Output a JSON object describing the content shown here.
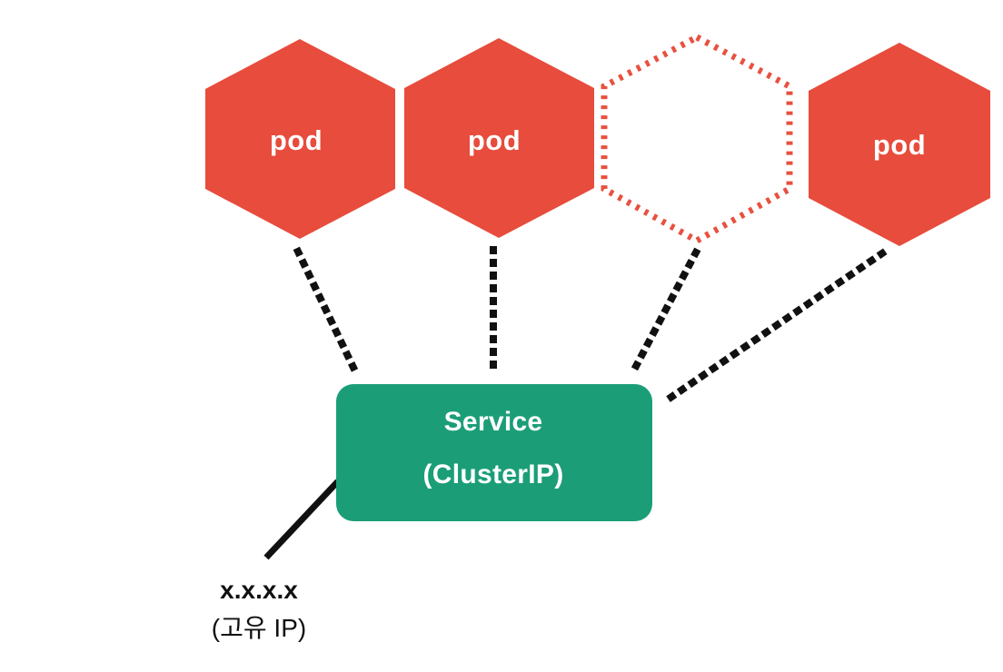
{
  "diagram": {
    "title": "Kubernetes Service (ClusterIP) pod routing diagram",
    "colors": {
      "pod_fill": "#E74C3C",
      "pod_outline": "#E8503F",
      "service_fill": "#1B9E78",
      "connector": "#111111",
      "text_light": "#FFFFFF",
      "text_dark": "#111111",
      "background": "#FFFFFF"
    },
    "pods": [
      {
        "id": "pod-1",
        "label": "pod",
        "state": "active"
      },
      {
        "id": "pod-2",
        "label": "pod",
        "state": "active"
      },
      {
        "id": "pod-3",
        "label": "",
        "state": "pending"
      },
      {
        "id": "pod-4",
        "label": "pod",
        "state": "active"
      }
    ],
    "service": {
      "line1": "Service",
      "line2": "(ClusterIP)"
    },
    "ip_annotation": {
      "line1": "x.x.x.x",
      "line2": "(고유 IP)"
    }
  }
}
